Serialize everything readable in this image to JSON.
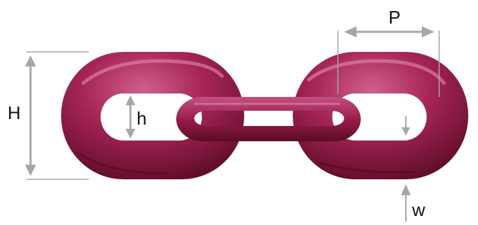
{
  "labels": {
    "H": "H",
    "h": "h",
    "P": "P",
    "w": "w"
  },
  "colors": {
    "chain": "#9b1c4a",
    "chain_dark": "#6a0f2f",
    "chain_highlight": "#c9557c",
    "dimension_line": "#a6a6a6",
    "text": "#111111"
  }
}
